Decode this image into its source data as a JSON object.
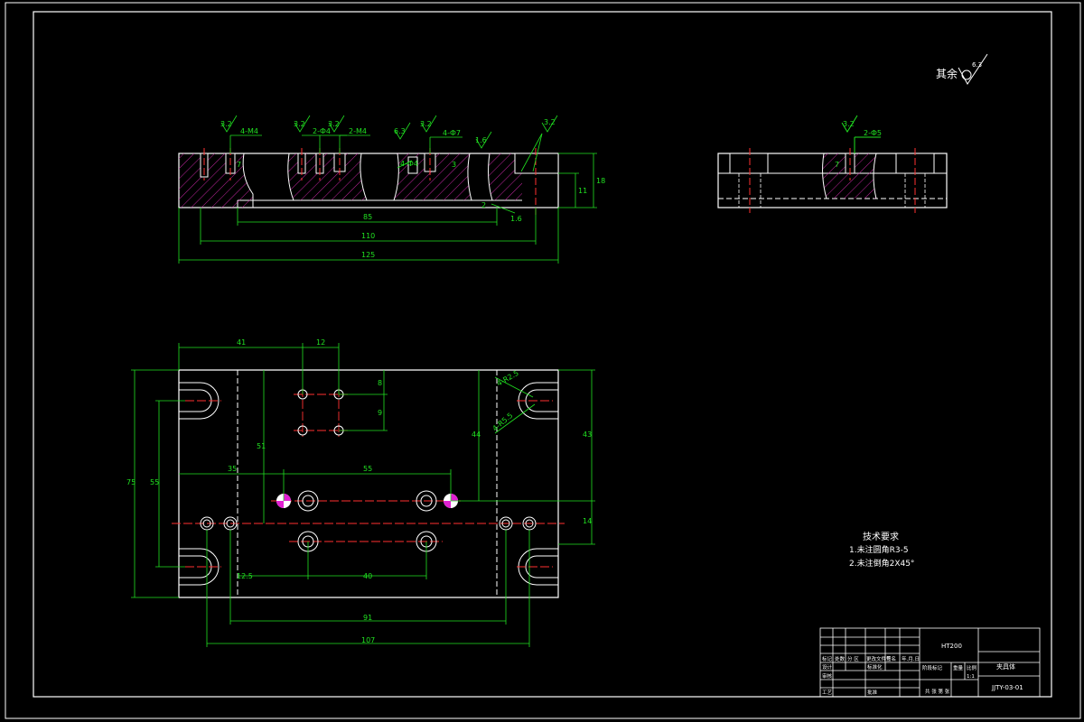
{
  "roughness_note": {
    "label": "其余",
    "value": "6.3"
  },
  "front_view": {
    "roughness_marks": [
      "3.2",
      "3.2",
      "3.2",
      "6.3",
      "3.2",
      "1.6",
      "3.2"
    ],
    "callouts": {
      "holes_a": "4-M4",
      "holes_b": "2-Ф4",
      "holes_c": "2-M4",
      "holes_d": "4-Ф7",
      "holes_e": "4-Ф4"
    },
    "dimensions": {
      "d85": "85",
      "d110": "110",
      "d125": "125",
      "d11": "11",
      "d18": "18",
      "d7": "7",
      "d3": "3",
      "d2": "2",
      "chamfer": "1.6"
    }
  },
  "side_view": {
    "roughness": "3.2",
    "callout": "2-Ф5",
    "depth": "7"
  },
  "top_view": {
    "dimensions": {
      "d41": "41",
      "d12": "12",
      "d8": "8",
      "d9": "9",
      "d51": "51",
      "d75": "75",
      "d55v": "55",
      "d35": "35",
      "d55": "55",
      "d44": "44",
      "d43": "43",
      "d14": "14",
      "d12_5": "12.5",
      "d40": "40",
      "d91": "91",
      "d107": "107"
    },
    "callouts": {
      "r1": "4-R2.5",
      "r2": "4-R5.5"
    }
  },
  "tech_requirements": {
    "title": "技术要求",
    "items": [
      "1.未注圆角R3-5",
      "2.未注倒角2X45°"
    ]
  },
  "title_block": {
    "material": "HT200",
    "part_name": "夹具体",
    "drawing_no": "JJTY-03-01",
    "labels": [
      "标记",
      "处数",
      "分 区",
      "更改文件号",
      "签名",
      "年.月.日",
      "设计",
      "标准化",
      "审核",
      "工艺",
      "批准",
      "阶段标记",
      "重量",
      "比例",
      "共 张 第 张",
      "1:1"
    ]
  }
}
